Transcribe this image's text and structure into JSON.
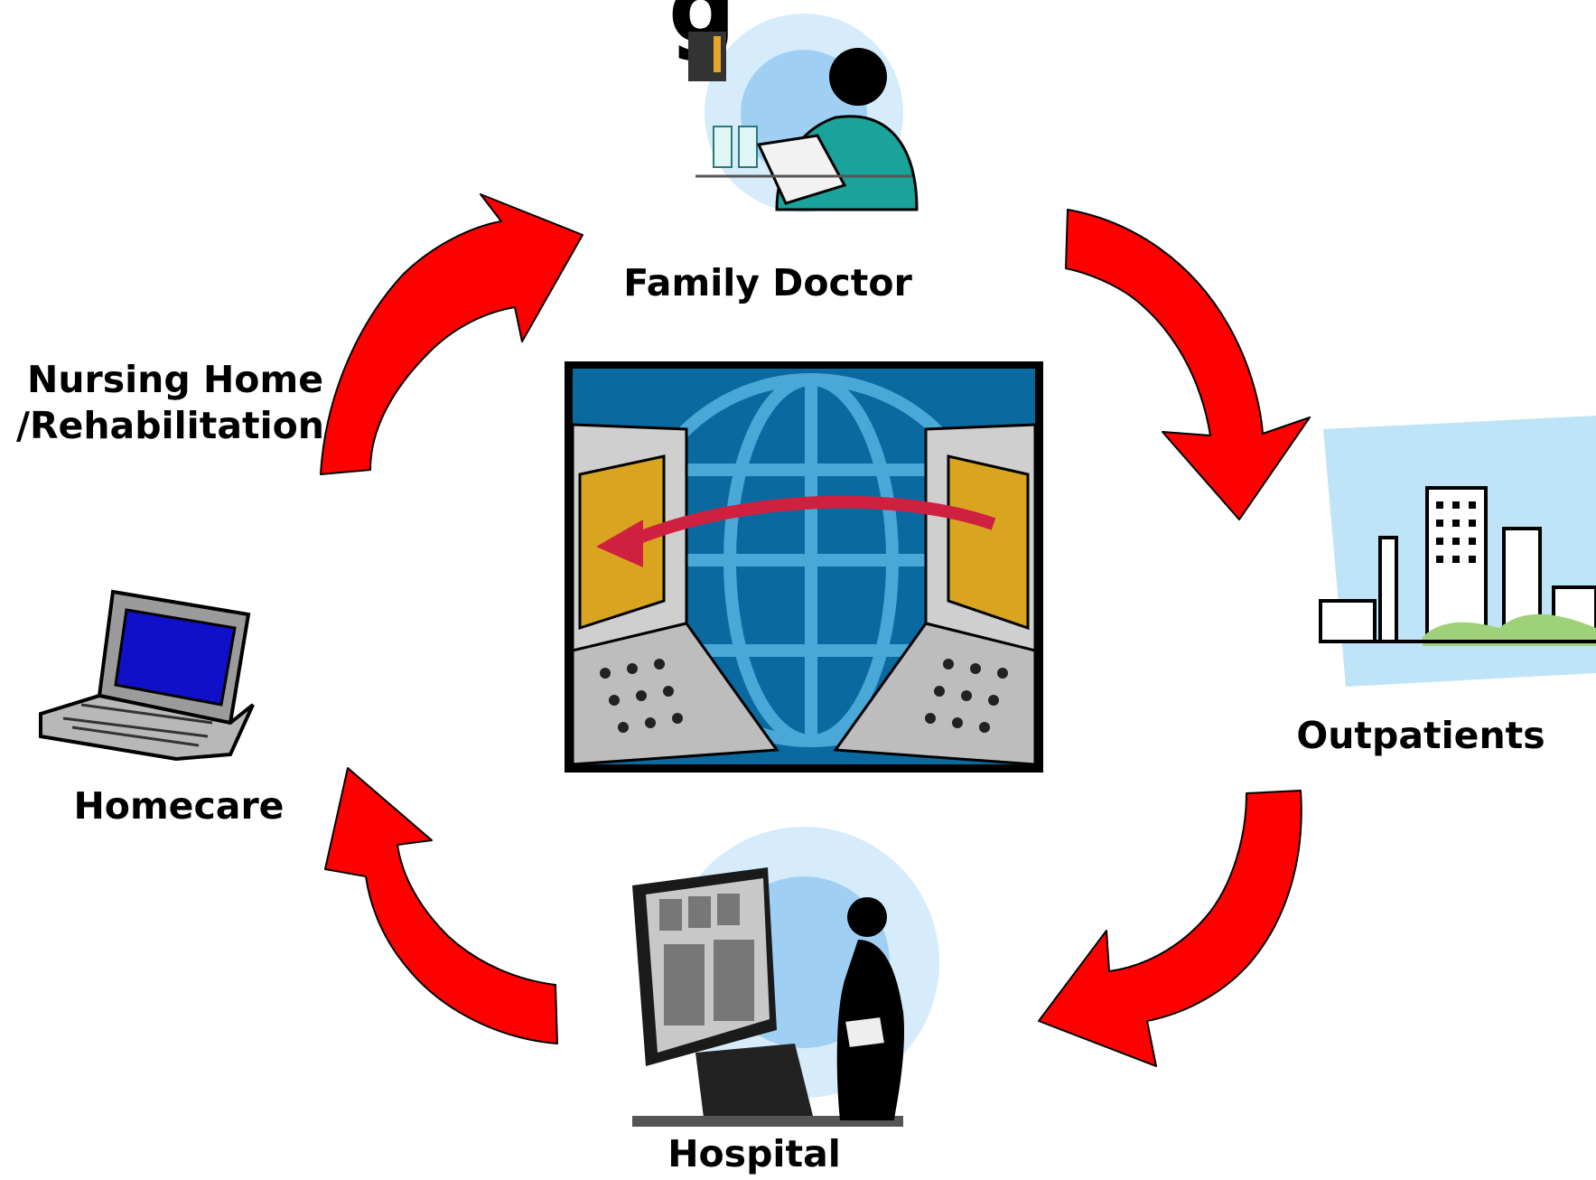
{
  "page_title_fragment": "g",
  "nodes": {
    "family_doctor": "Family Doctor",
    "nursing_home_line1": "Nursing Home",
    "nursing_home_line2": "/Rehabilitation",
    "outpatients": "Outpatients",
    "homecare": "Homecare",
    "hospital": "Hospital"
  },
  "colors": {
    "arrow": "#ff0000",
    "globe_bg": "#0a6aa0",
    "panel_gold": "#d9a520"
  },
  "icons": {
    "family_doctor": "doctor-on-phone-icon",
    "outpatients": "city-buildings-icon",
    "homecare": "laptop-icon",
    "hospital": "xray-radiologist-icon",
    "center": "globe-network-computers-icon"
  }
}
